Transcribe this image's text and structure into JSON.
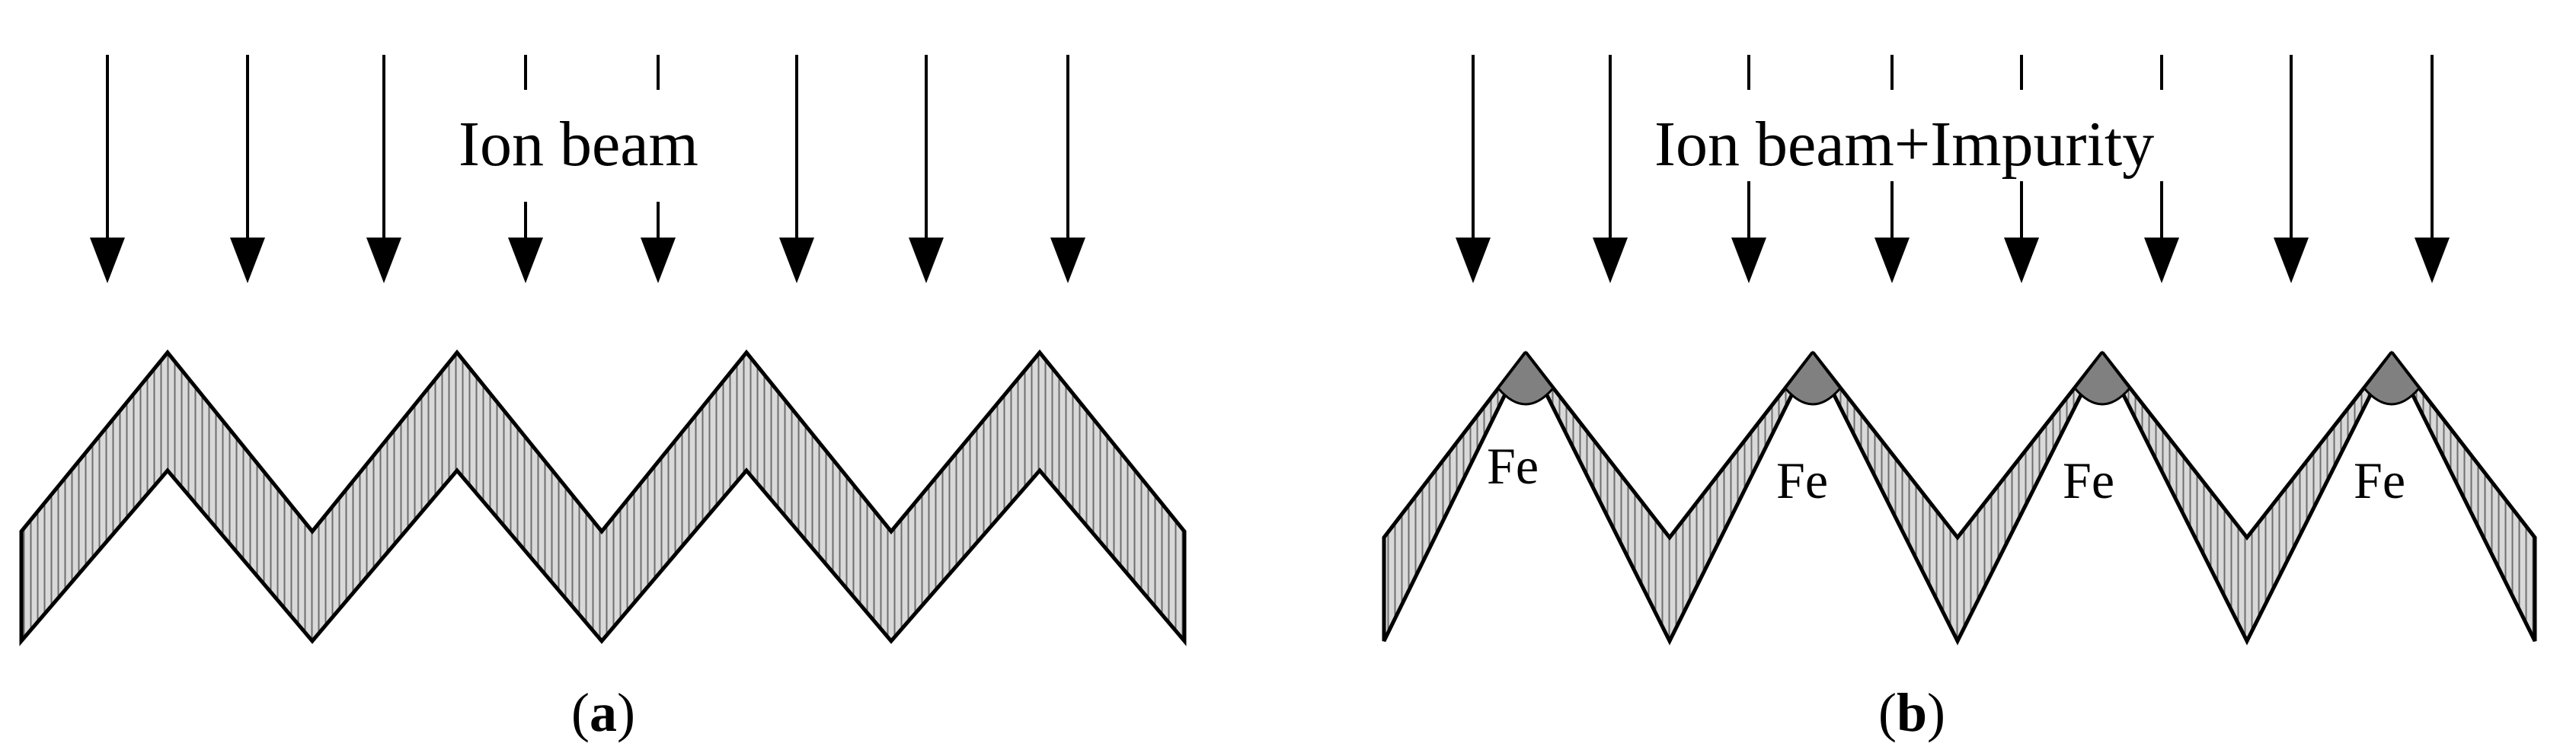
{
  "panels": [
    {
      "id": "a",
      "beam_label": "Ion beam",
      "caption": "a"
    },
    {
      "id": "b",
      "beam_label": "Ion beam+Impurity",
      "caption": "b",
      "impurity_label": "Fe",
      "impurity_labels": [
        "Fe",
        "Fe",
        "Fe",
        "Fe"
      ]
    }
  ],
  "colors": {
    "line": "#000000",
    "hatch_fill": "#d9d9d9",
    "impurity_fill": "#808080"
  }
}
